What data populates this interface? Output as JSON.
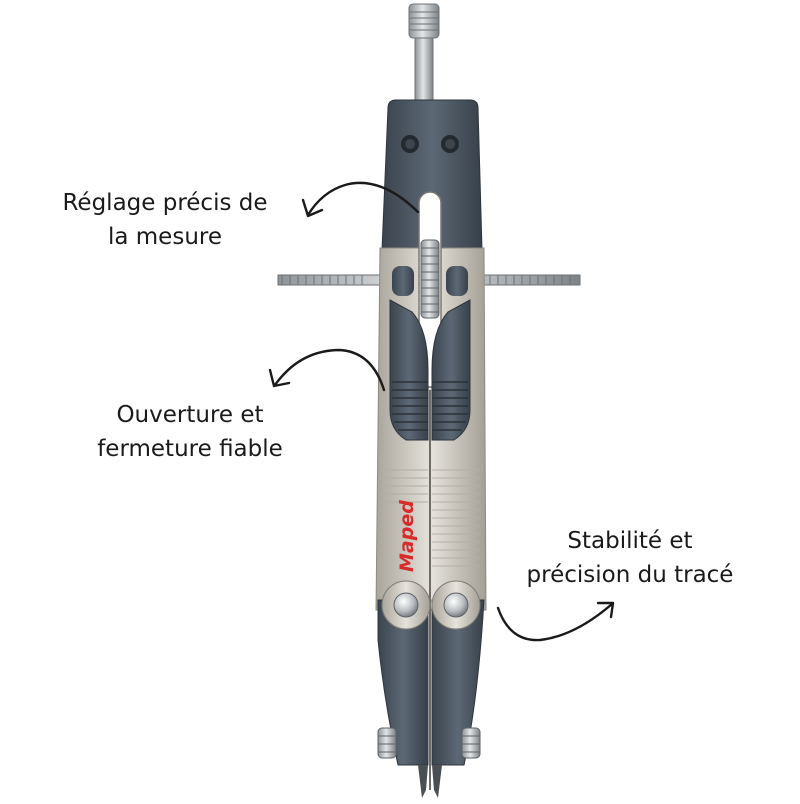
{
  "annotations": [
    {
      "lines": [
        "Réglage précis de",
        "la mesure"
      ]
    },
    {
      "lines": [
        "Ouverture et",
        "fermeture fiable"
      ]
    },
    {
      "lines": [
        "Stabilité et",
        "précision du tracé"
      ]
    }
  ],
  "brand": "Maped",
  "colors": {
    "body_dark": "#4a5561",
    "body_silver": "#c9c6bd",
    "brand_red": "#d92a2a",
    "steel": "#b9bdc0",
    "text": "#1a1a1a"
  }
}
